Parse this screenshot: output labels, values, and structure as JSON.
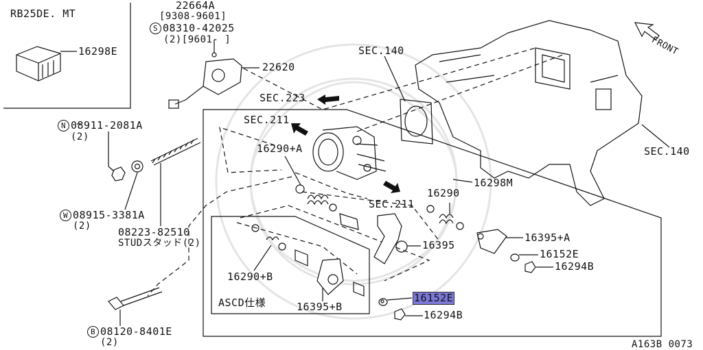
{
  "diagram": {
    "variant_label": "RB25DE. MT",
    "corner_code": "A163B 0073",
    "front_label": "FRONT",
    "labels": {
      "p22664a": "22664A",
      "p22664a_range": "[9308-9601]",
      "s_bolt": "08310-42025",
      "s_bolt_range": "(2)[9601-    ]",
      "p22620": "22620",
      "sec140_top": "SEC.140",
      "sec140_right": "SEC.140",
      "sec223": "SEC.223",
      "sec211_top": "SEC.211",
      "sec211_mid": "SEC.211",
      "p16298e": "16298E",
      "n_nut": "08911-2081A",
      "n_nut_qty": "(2)",
      "p16290a": "16290+A",
      "p16298m": "16298M",
      "p16290": "16290",
      "w_washer": "08915-3381A",
      "w_washer_qty": "(2)",
      "stud": "08223-82510",
      "stud_note": "STUDスタッド(2)",
      "p16395": "16395",
      "p16395a": "16395+A",
      "p16152e_right": "16152E",
      "p16294b_right": "16294B",
      "p16290b": "16290+B",
      "ascd": "ASCD仕様",
      "p16395b": "16395+B",
      "p16152e_hl": "16152E",
      "p16294b_bottom": "16294B",
      "b_bolt": "08120-8401E",
      "b_bolt_qty": "(2)"
    },
    "markers": {
      "S": "S",
      "N": "N",
      "W": "W",
      "B": "B"
    }
  }
}
